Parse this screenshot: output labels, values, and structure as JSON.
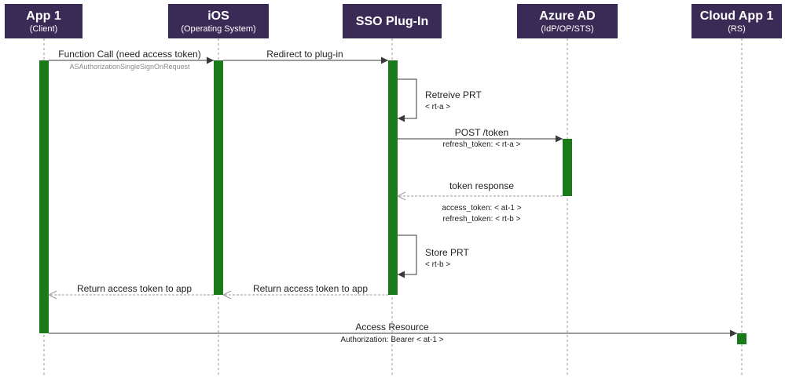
{
  "participants": [
    {
      "name": "App 1",
      "subtitle": "(Client)"
    },
    {
      "name": "iOS",
      "subtitle": "(Operating System)"
    },
    {
      "name": "SSO Plug-In",
      "subtitle": ""
    },
    {
      "name": "Azure AD",
      "subtitle": "(IdP/OP/STS)"
    },
    {
      "name": "Cloud App 1",
      "subtitle": "(RS)"
    }
  ],
  "messages": {
    "function_call": {
      "label": "Function Call (need access token)",
      "hint": "ASAuthorizationSingleSignOnRequest"
    },
    "redirect": {
      "label": "Redirect to plug-in"
    },
    "retrieve_prt": {
      "label": "Retreive PRT",
      "sub": "< rt-a >"
    },
    "post_token": {
      "label": "POST /token",
      "sub": "refresh_token: < rt-a >"
    },
    "token_response": {
      "label": "token response",
      "sub_lines": [
        "access_token:  < at-1 >",
        "refresh_token: < rt-b >"
      ]
    },
    "store_prt": {
      "label": "Store PRT",
      "sub": "< rt-b >"
    },
    "return_sso": {
      "label": "Return access token to app"
    },
    "return_ios": {
      "label": "Return access token to app"
    },
    "access_resource": {
      "label": "Access Resource",
      "sub": "Authorization: Bearer < at-1 >"
    }
  },
  "colors": {
    "participant_bg": "#3a2a56",
    "activation": "#1a7a1a"
  }
}
